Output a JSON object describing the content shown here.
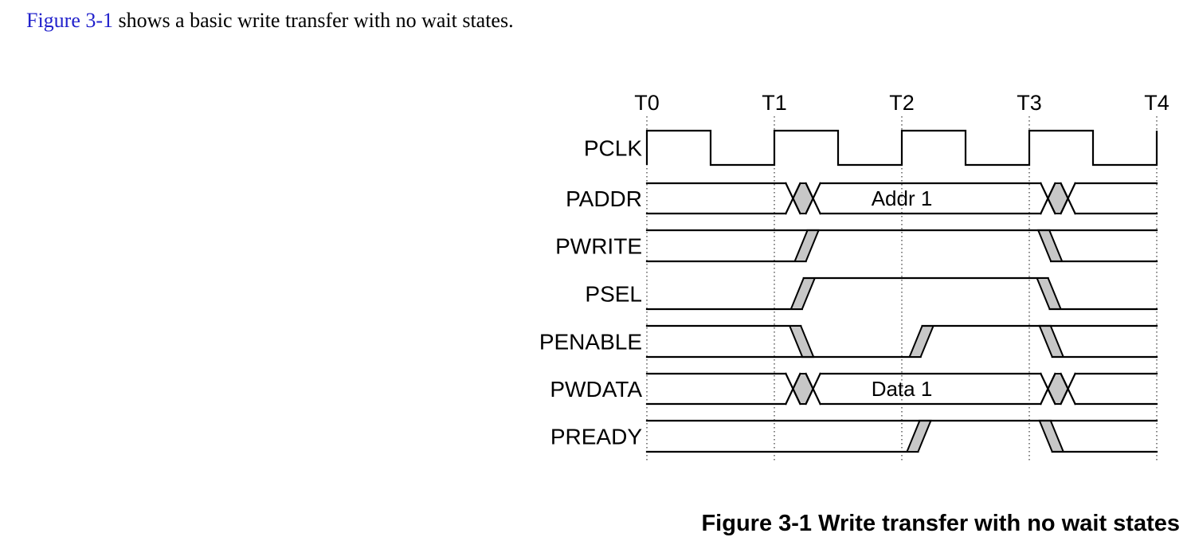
{
  "intro": {
    "link_text": "Figure 3-1",
    "rest_text": " shows a basic write transfer with no wait states.",
    "link_color": "#2222cc"
  },
  "figure_caption": "Figure 3-1 Write transfer with no wait states",
  "diagram": {
    "colors": {
      "line": "#000000",
      "transition_fill": "#c7c7c7",
      "dotted_line": "#444444"
    },
    "time_axis": {
      "labels": [
        "T0",
        "T1",
        "T2",
        "T3",
        "T4"
      ],
      "ticks": [
        0,
        1,
        2,
        3,
        4
      ]
    },
    "signals": [
      {
        "name": "PCLK",
        "type": "clock",
        "start_high": true,
        "periods": 4
      },
      {
        "name": "PADDR",
        "type": "bus",
        "regions": [
          {
            "from": 0,
            "to": 1.09,
            "label": ""
          },
          {
            "from": 1.36,
            "to": 3.09,
            "label": "Addr 1",
            "label_at": 2.0
          },
          {
            "from": 3.36,
            "to": 4,
            "label": ""
          }
        ]
      },
      {
        "name": "PWRITE",
        "type": "wire",
        "phases": [
          {
            "state": "any",
            "from": 0,
            "to": 1.16
          },
          {
            "trans": "rise",
            "at": 1.16
          },
          {
            "state": "high",
            "from": 1.16,
            "to": 3.07
          },
          {
            "trans": "fall",
            "at": 3.07
          },
          {
            "state": "any",
            "from": 3.07,
            "to": 4
          }
        ]
      },
      {
        "name": "PSEL",
        "type": "wire",
        "phases": [
          {
            "state": "low",
            "from": 0,
            "to": 1.13
          },
          {
            "trans": "rise",
            "at": 1.13
          },
          {
            "state": "high",
            "from": 1.13,
            "to": 3.06
          },
          {
            "trans": "fall",
            "at": 3.06
          },
          {
            "state": "low",
            "from": 3.06,
            "to": 4
          }
        ]
      },
      {
        "name": "PENABLE",
        "type": "wire",
        "phases": [
          {
            "state": "any",
            "from": 0,
            "to": 1.12
          },
          {
            "trans": "fall",
            "at": 1.12
          },
          {
            "state": "low",
            "from": 1.12,
            "to": 2.06
          },
          {
            "trans": "rise",
            "at": 2.06
          },
          {
            "state": "high",
            "from": 2.06,
            "to": 3.08
          },
          {
            "trans": "fall",
            "at": 3.08
          },
          {
            "state": "any",
            "from": 3.08,
            "to": 4
          }
        ]
      },
      {
        "name": "PWDATA",
        "type": "bus",
        "regions": [
          {
            "from": 0,
            "to": 1.09,
            "label": ""
          },
          {
            "from": 1.36,
            "to": 3.09,
            "label": "Data 1",
            "label_at": 2.0
          },
          {
            "from": 3.36,
            "to": 4,
            "label": ""
          }
        ]
      },
      {
        "name": "PREADY",
        "type": "wire",
        "phases": [
          {
            "state": "any",
            "from": 0,
            "to": 2.04
          },
          {
            "trans": "rise",
            "at": 2.04
          },
          {
            "state": "high",
            "from": 2.04,
            "to": 3.08
          },
          {
            "trans": "fall",
            "at": 3.08
          },
          {
            "state": "any",
            "from": 3.08,
            "to": 4
          }
        ]
      }
    ]
  }
}
